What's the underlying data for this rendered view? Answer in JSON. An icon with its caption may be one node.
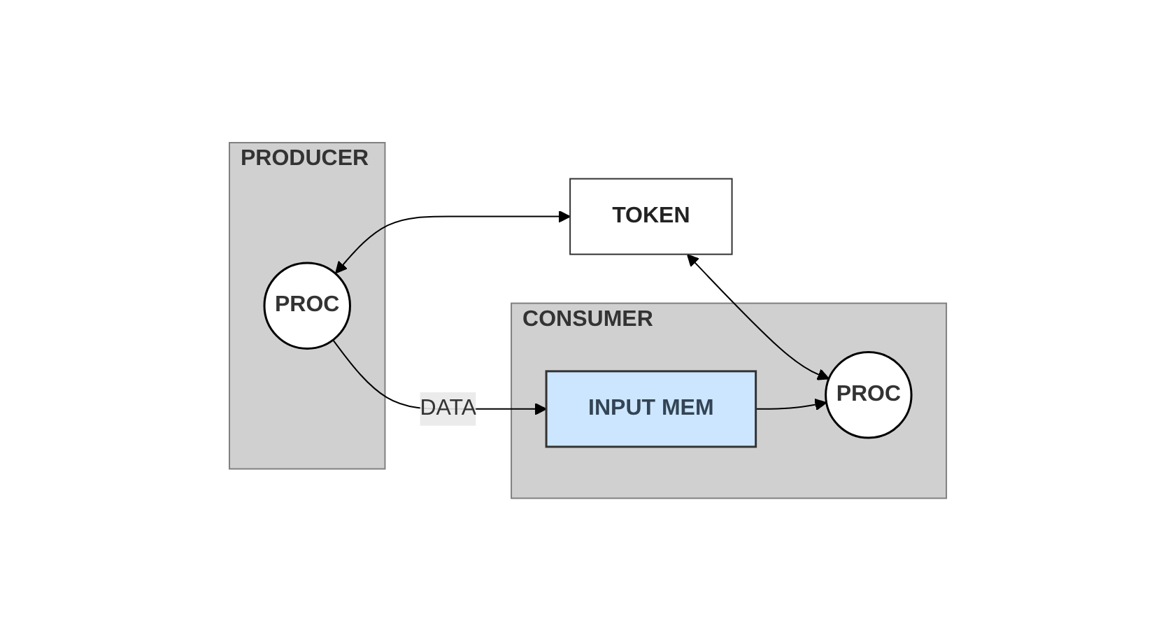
{
  "diagram": {
    "nodes": [
      {
        "text": [
          "PRODUCER"
        ]
      },
      {
        "text": [
          "PROC"
        ],
        "in": 0
      },
      {
        "text": [
          "TOKEN"
        ]
      },
      {
        "text": [
          "CONSUMER"
        ]
      },
      {
        "text": [
          "PROC"
        ],
        "in": 3
      },
      {
        "text": [
          "INPUT MEM"
        ],
        "in": 3
      }
    ],
    "edges": [
      {
        "from": 1,
        "to": 2,
        "arrow": "both"
      },
      {
        "from": 2,
        "to": 4,
        "arrow": "both"
      },
      {
        "from": 5,
        "to": 4,
        "arrow": "to"
      },
      {
        "from": 1,
        "to": 5,
        "arrow": "to",
        "label": "DATA"
      }
    ]
  }
}
